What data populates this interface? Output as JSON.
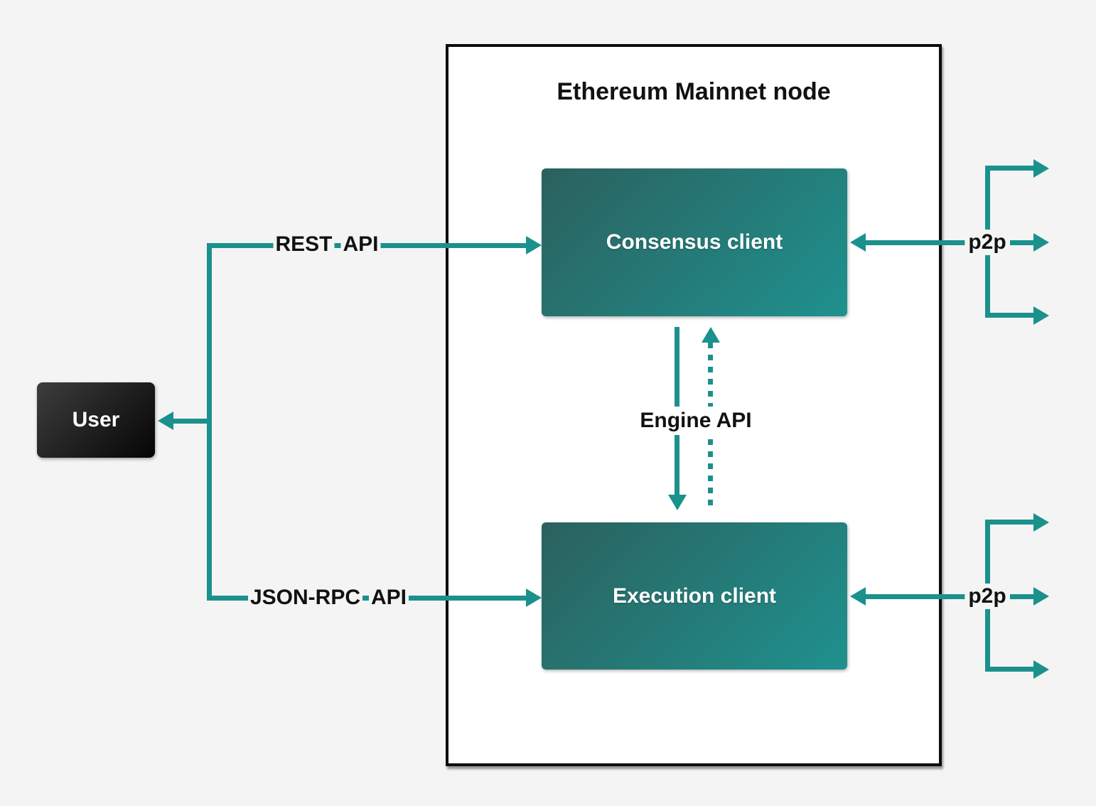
{
  "diagram": {
    "title": "Ethereum Mainnet node",
    "user_box_label": "User",
    "consensus_box_label": "Consensus client",
    "execution_box_label": "Execution client",
    "engine_api_label": "Engine API",
    "rest_api_words": [
      "REST",
      "API"
    ],
    "jsonrpc_api_words": [
      "JSON-RPC",
      "API"
    ],
    "p2p_top_label": "p2p",
    "p2p_bottom_label": "p2p",
    "colors": {
      "accent_teal": "#1a918d",
      "page_background": "#f4f4f4",
      "node_fill": "#ffffff",
      "node_border": "#0d0d0d",
      "client_gradient_start": "#2b615e",
      "client_gradient_end": "#1f918e",
      "user_gradient_start": "#3d3d3d",
      "user_gradient_end": "#050505"
    }
  }
}
